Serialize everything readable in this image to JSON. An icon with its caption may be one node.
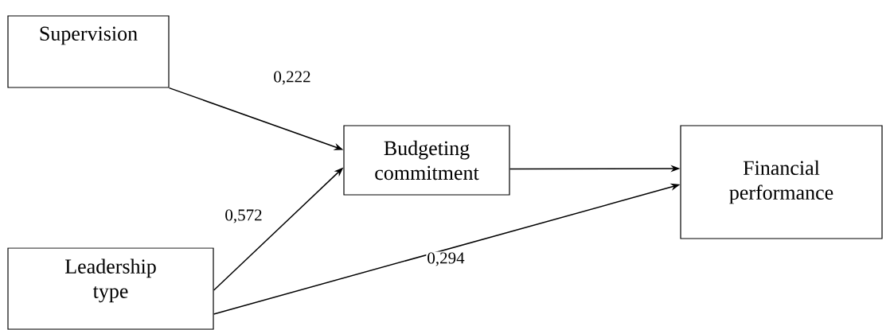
{
  "diagram": {
    "nodes": [
      {
        "text": [
          "Supervision"
        ]
      },
      {
        "text": [
          "Leadership type"
        ]
      },
      {
        "text": [
          "Budgeting commitment"
        ]
      },
      {
        "text": [
          "Financial performance"
        ]
      }
    ],
    "edges": [
      {
        "from": 0,
        "to": 2,
        "arrow": "to",
        "label": "0,222"
      },
      {
        "from": 1,
        "to": 2,
        "arrow": "to",
        "label": "0,572"
      },
      {
        "from": 2,
        "to": 3,
        "arrow": "to"
      },
      {
        "from": 1,
        "to": 3,
        "arrow": "to",
        "label": "0,294"
      }
    ]
  }
}
